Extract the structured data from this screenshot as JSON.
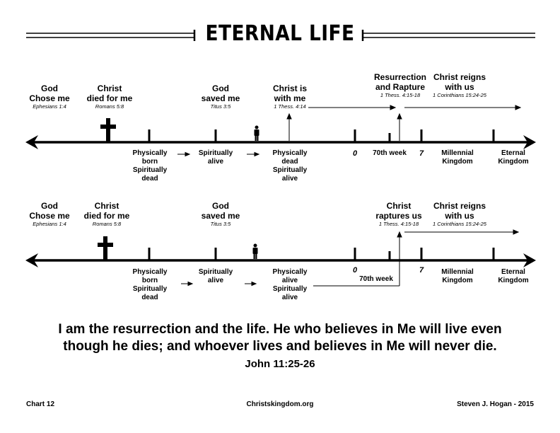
{
  "title": "ETERNAL LIFE",
  "timeline1": {
    "top_labels": [
      {
        "title": "God\nChose me",
        "ref": "Ephesians 1:4"
      },
      {
        "title": "Christ\ndied for me",
        "ref": "Romans 5:8"
      },
      {
        "title": "God\nsaved me",
        "ref": "Titus 3:5"
      },
      {
        "title": "Christ is\nwith me",
        "ref": "1 Thess. 4:14"
      },
      {
        "title": "Resurrection\nand Rapture",
        "ref": "1 Thess. 4:15-18"
      },
      {
        "title": "Christ reigns\nwith us",
        "ref": "1 Corinthians 15:24-25"
      }
    ],
    "bottom_labels": [
      "Physically\nborn\nSpiritually\ndead",
      "Spiritually\nalive",
      "Physically\ndead\nSpiritually\nalive",
      "70th week",
      "Millennial\nKingdom",
      "Eternal\nKingdom"
    ],
    "marker_zero": "0",
    "marker_seven": "7"
  },
  "timeline2": {
    "top_labels": [
      {
        "title": "God\nChose me",
        "ref": "Ephesians 1:4"
      },
      {
        "title": "Christ\ndied for me",
        "ref": "Romans 5:8"
      },
      {
        "title": "God\nsaved me",
        "ref": "Titus 3:5"
      },
      {
        "title": "Christ\nraptures us",
        "ref": "1 Thess. 4:15-18"
      },
      {
        "title": "Christ reigns\nwith us",
        "ref": "1 Corinthians 15:24-25"
      }
    ],
    "bottom_labels": [
      "Physically\nborn\nSpiritually\ndead",
      "Spiritually\nalive",
      "Physically\nalive\nSpiritually\nalive",
      "70th week",
      "Millennial\nKingdom",
      "Eternal\nKingdom"
    ],
    "marker_zero": "0",
    "marker_seven": "7"
  },
  "quote": {
    "line1": "I am the resurrection and the life. He who believes in Me will live even",
    "line2": "though he dies; and whoever lives and believes in Me will never die.",
    "reference": "John 11:25-26"
  },
  "footer": {
    "left": "Chart 12",
    "center": "Christskingdom.org",
    "right": "Steven J. Hogan - 2015"
  }
}
